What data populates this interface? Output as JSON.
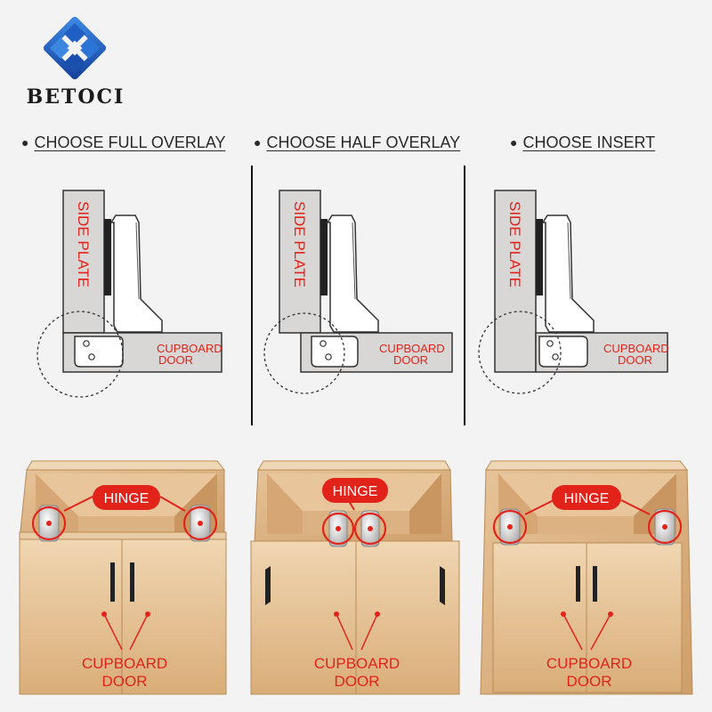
{
  "brand": {
    "name": "BETOCI"
  },
  "colors": {
    "accent_red": "#e2231a",
    "logo_blue": "#1f5fc4",
    "plate_gray": "#d9d6d6",
    "wood": "#dcb487",
    "background": "#f3f3f3"
  },
  "panels": [
    {
      "heading": "CHOOSE FULL OVERLAY",
      "side_label": "SIDE PLATE",
      "door_label": [
        "CUPBOARD",
        "DOOR"
      ],
      "hinge_label": "HINGE",
      "cabinet_label": [
        "CUPBOARD",
        "DOOR"
      ]
    },
    {
      "heading": "CHOOSE HALF OVERLAY",
      "side_label": "SIDE PLATE",
      "door_label": [
        "CUPBOARD",
        "DOOR"
      ],
      "hinge_label": "HINGE",
      "cabinet_label": [
        "CUPBOARD",
        "DOOR"
      ]
    },
    {
      "heading": "CHOOSE INSERT",
      "side_label": "SIDE PLATE",
      "door_label": [
        "CUPBOARD",
        "DOOR"
      ],
      "hinge_label": "HINGE",
      "cabinet_label": [
        "CUPBOARD",
        "DOOR"
      ]
    }
  ]
}
